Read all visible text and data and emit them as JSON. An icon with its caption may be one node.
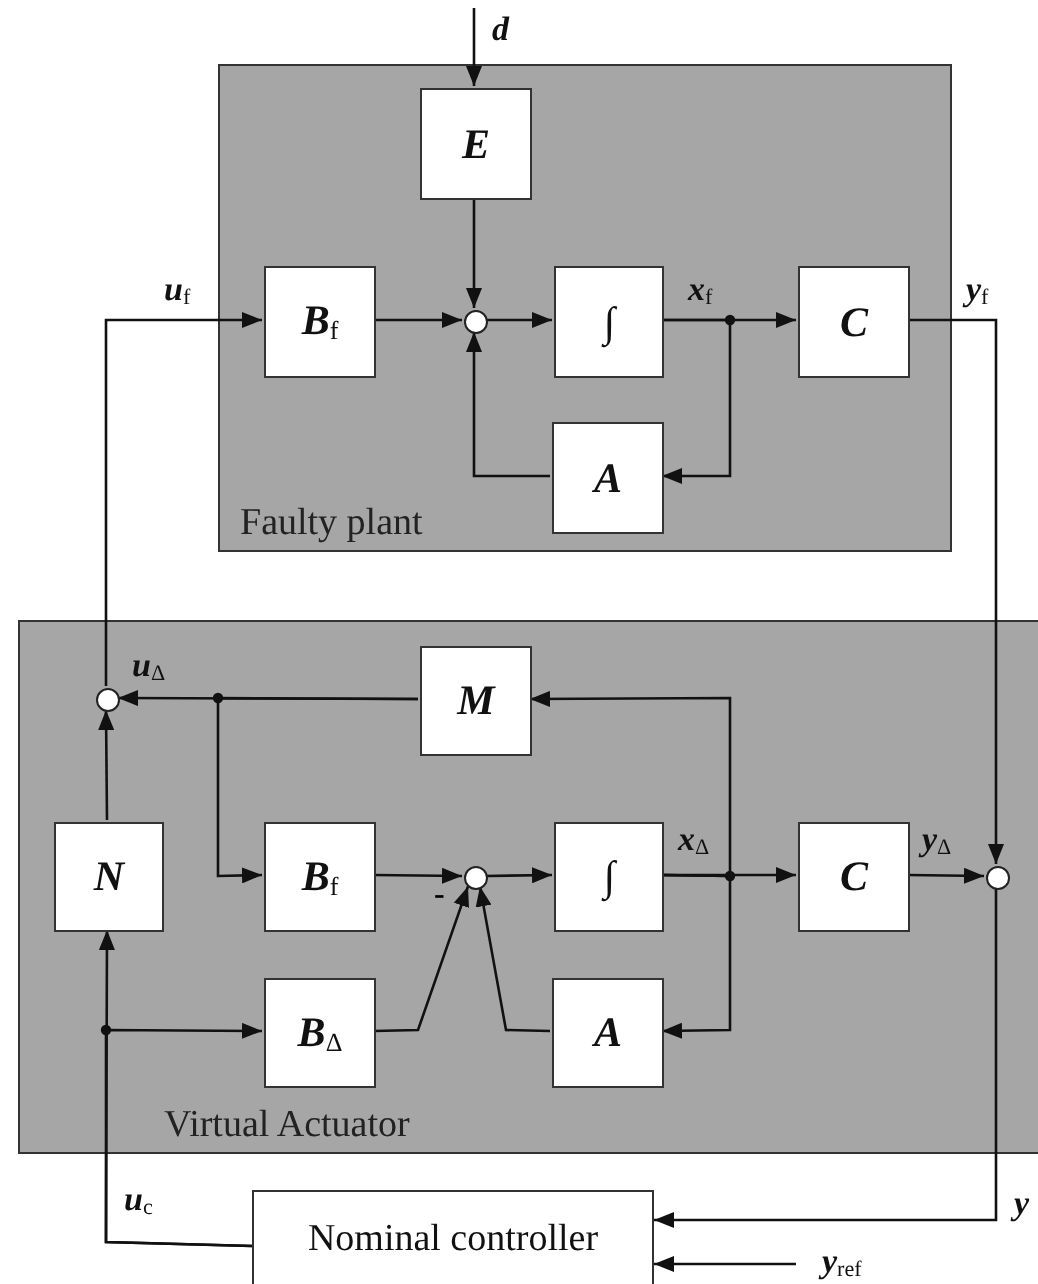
{
  "diagram": {
    "nodes": [
      {
        "text": [
          "Faulty plant"
        ]
      },
      {
        "text": [
          "E"
        ],
        "in": 0
      },
      {
        "text": [
          "B$_{f}$"
        ],
        "in": 0
      },
      {
        "text": [],
        "shape": "circle",
        "in": 0
      },
      {
        "text": [
          "∫"
        ],
        "in": 0
      },
      {
        "text": [
          "C"
        ],
        "in": 0
      },
      {
        "text": [
          "A"
        ],
        "in": 0
      },
      {
        "text": [
          "Virtual Actuator"
        ]
      },
      {
        "text": [],
        "shape": "circle",
        "in": 7
      },
      {
        "text": [
          "M"
        ],
        "in": 7
      },
      {
        "text": [
          "N"
        ],
        "in": 7
      },
      {
        "text": [
          "B$_{f}$"
        ],
        "in": 7
      },
      {
        "text": [],
        "shape": "circle",
        "in": 7
      },
      {
        "text": [
          "∫"
        ],
        "in": 7
      },
      {
        "text": [
          "C"
        ],
        "in": 7
      },
      {
        "text": [],
        "shape": "circle",
        "in": 7
      },
      {
        "text": [
          "B$_{Δ}$"
        ],
        "in": 7
      },
      {
        "text": [
          "A"
        ],
        "in": 7
      },
      {
        "text": [
          "Nominal controller"
        ]
      }
    ],
    "edges": [
      {
        "from": null,
        "to": 1,
        "arrow": "to",
        "label": "d"
      },
      {
        "from": 1,
        "to": 3,
        "arrow": "to"
      },
      {
        "from": 2,
        "to": 3,
        "arrow": "to"
      },
      {
        "from": 3,
        "to": 4,
        "arrow": "to"
      },
      {
        "from": 4,
        "to": 5,
        "arrow": "to",
        "label": "x$_{f}$"
      },
      {
        "from": 4,
        "to": 6,
        "arrow": "to"
      },
      {
        "from": 6,
        "to": 3,
        "arrow": "to"
      },
      {
        "from": 5,
        "to": 15,
        "arrow": "to",
        "label": "y$_{f}$"
      },
      {
        "from": 8,
        "to": 2,
        "arrow": "to",
        "label": "u$_{f}$"
      },
      {
        "from": 9,
        "to": 8,
        "arrow": "to",
        "label": "u$_{Δ}$"
      },
      {
        "from": 13,
        "to": 9,
        "arrow": "to"
      },
      {
        "from": 9,
        "to": 11,
        "arrow": "to"
      },
      {
        "from": 10,
        "to": 8,
        "arrow": "to"
      },
      {
        "from": 11,
        "to": 12,
        "arrow": "to"
      },
      {
        "from": 16,
        "to": 12,
        "arrow": "to"
      },
      {
        "from": 17,
        "to": 12,
        "arrow": "to"
      },
      {
        "from": 12,
        "to": 13,
        "arrow": "to"
      },
      {
        "from": 13,
        "to": 14,
        "arrow": "to",
        "label": "x$_{Δ}$"
      },
      {
        "from": 13,
        "to": 17,
        "arrow": "to"
      },
      {
        "from": 14,
        "to": 15,
        "arrow": "to",
        "label": "y$_{Δ}$"
      },
      {
        "from": 18,
        "to": 10,
        "arrow": "to",
        "label": "u$_{c}$"
      },
      {
        "from": 15,
        "to": 18,
        "arrow": "to",
        "label": "y"
      },
      {
        "from": null,
        "to": 18,
        "arrow": "to",
        "label": "y$_{ref}$"
      },
      {
        "from": 18,
        "to": 16,
        "arrow": "to"
      }
    ],
    "labels": [
      "-"
    ]
  }
}
